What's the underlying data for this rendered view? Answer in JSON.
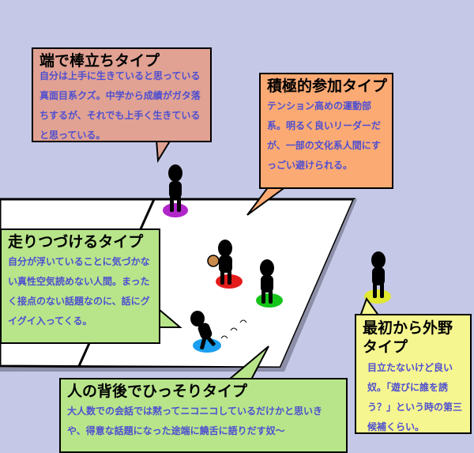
{
  "types": [
    {
      "title": "端で棒立ちタイプ",
      "body": "自分は上手に生きていると思っている真面目系クズ。中学から成績がガタ落ちするが、それでも上手く生きていると思っている。",
      "bg": "#e1a293",
      "text": "#4f4fd0"
    },
    {
      "title": "積極的参加タイプ",
      "body": "テンション高めの運動部系。明るく良いリーダーだが、一部の文化系人間にすっごい避けられる。",
      "bg": "#fbaa74",
      "text": "#4f4fd0"
    },
    {
      "title": "走りつづけるタイプ",
      "body": "自分が浮いていることに気づかない真性空気読めない人間。まったく接点のない話題なのに、話にグイグイ入ってくる。",
      "bg": "#b8e58a",
      "text": "#4f4fd0"
    },
    {
      "title": "最初から外野タイプ",
      "body": "目立たないけど良い奴。「遊びに誰を誘う？」という時の第三候補くらい。",
      "bg": "#f6f690",
      "text": "#4f4fd0"
    },
    {
      "title": "人の背後でひっそりタイプ",
      "body": "大人数での会話では黙ってニコニコしているだけかと思いきや、得意な話題になった途端に饒舌に語りだす奴～",
      "bg": "#b8e58a",
      "text": "#4f4fd0"
    }
  ],
  "colors": {
    "background": "#c5c8e6",
    "floor": "#ffffff",
    "ball": "#c98b4a"
  }
}
